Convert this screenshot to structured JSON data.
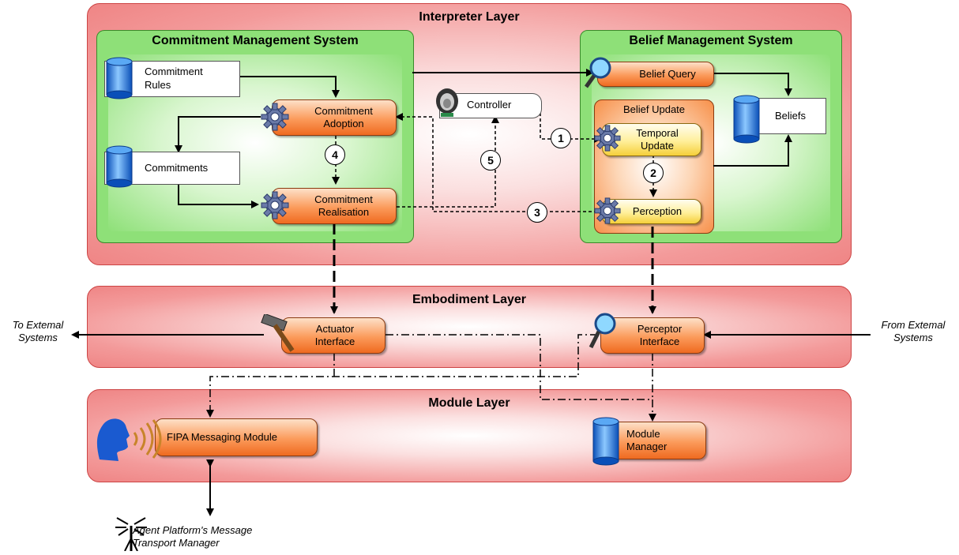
{
  "layers": {
    "interpreter": "Interpreter Layer",
    "embodiment": "Embodiment Layer",
    "module": "Module Layer"
  },
  "commitment_system": {
    "title": "Commitment Management System",
    "rules_line1": "Commitment",
    "rules_line2": "Rules",
    "commitments": "Commitments",
    "adoption_line1": "Commitment",
    "adoption_line2": "Adoption",
    "realisation_line1": "Commitment",
    "realisation_line2": "Realisation"
  },
  "belief_system": {
    "title": "Belief Management System",
    "query": "Belief Query",
    "update_title": "Belief Update",
    "temporal_line1": "Temporal",
    "temporal_line2": "Update",
    "perception": "Perception",
    "beliefs": "Beliefs"
  },
  "controller": "Controller",
  "steps": [
    "1",
    "2",
    "3",
    "4",
    "5"
  ],
  "embodiment": {
    "actuator_line1": "Actuator",
    "actuator_line2": "Interface",
    "perceptor_line1": "Perceptor",
    "perceptor_line2": "Interface"
  },
  "module": {
    "fipa": "FIPA Messaging Module",
    "manager_line1": "Module",
    "manager_line2": "Manager"
  },
  "external": {
    "to_line1": "To Extemal",
    "to_line2": "Systems",
    "from_line1": "From Extemal",
    "from_line2": "Systems"
  },
  "transport": {
    "line1": "Agent Platform's Message",
    "line2": "Transport Manager"
  },
  "colors": {
    "layer_red": "#ef8585",
    "system_green": "#8ee078",
    "process_orange": "#f27a30",
    "process_yellow": "#ffe36a",
    "cylinder_blue": "#1f6fd6"
  }
}
